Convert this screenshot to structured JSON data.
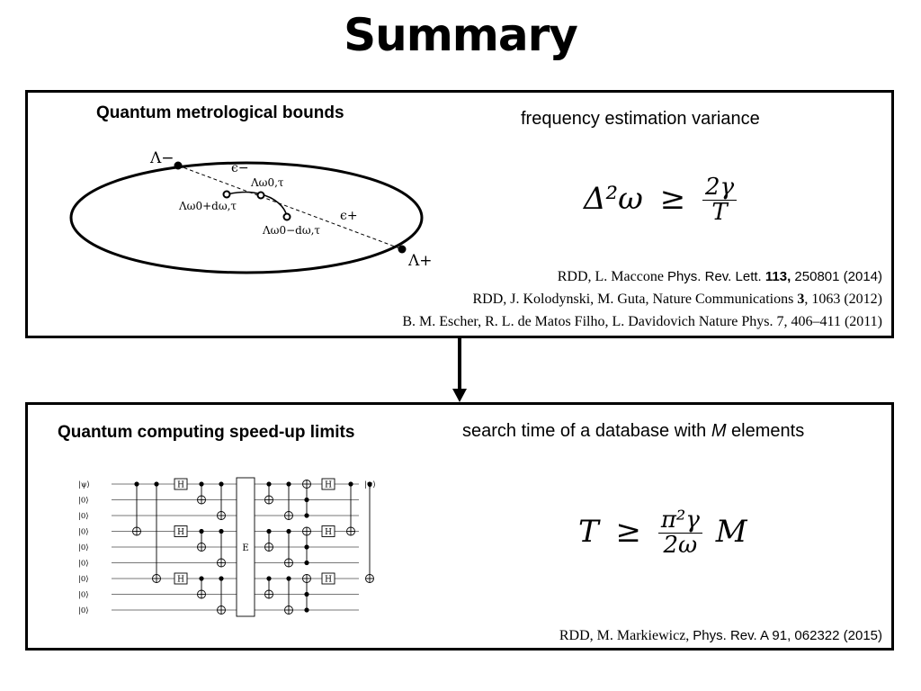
{
  "title": "Summary",
  "section1": {
    "heading": "Quantum metrological bounds",
    "subtitle": "frequency estimation variance",
    "diagram_labels": {
      "lambda_minus": "Λ−",
      "lambda_plus": "Λ+",
      "eps_minus": "ϵ−",
      "eps_plus": "ϵ+",
      "lambda_center": "Λω0,τ",
      "lambda_left": "Λω0+dω,τ",
      "lambda_right": "Λω0−dω,τ"
    },
    "formula": {
      "lhs": "Δ²ω",
      "op": "≥",
      "num": "2γ",
      "den": "T"
    },
    "references": [
      {
        "authors": "RDD, L. Maccone ",
        "journal": "Phys. Rev. Lett. ",
        "volume": "113,",
        "rest": " 250801 (2014)"
      },
      {
        "authors": "RDD, J. Kolodynski, M. Guta, Nature Communications ",
        "volume": "3",
        "rest": ", 1063 (2012)"
      },
      {
        "authors": "B. M. Escher, R. L. de Matos Filho, L. Davidovich Nature Phys. 7, 406–411 (2011)"
      }
    ]
  },
  "section2": {
    "heading": "Quantum computing speed-up limits",
    "subtitle_pre": "search time of a database with ",
    "subtitle_var": "M",
    "subtitle_post": " elements",
    "circuit_labels": {
      "input_psi": "|ψ⟩",
      "zero": "|0⟩",
      "output_psi": "|ψ⟩",
      "hadamard": "H",
      "oracle": "E"
    },
    "formula": {
      "lhs": "T",
      "op": "≥",
      "num": "π²γ",
      "den": "2ω",
      "rhs": "M"
    },
    "reference": {
      "authors": "RDD, M. Markiewicz, ",
      "journal": "Phys. Rev. A 91, 062322  (2015)"
    }
  }
}
